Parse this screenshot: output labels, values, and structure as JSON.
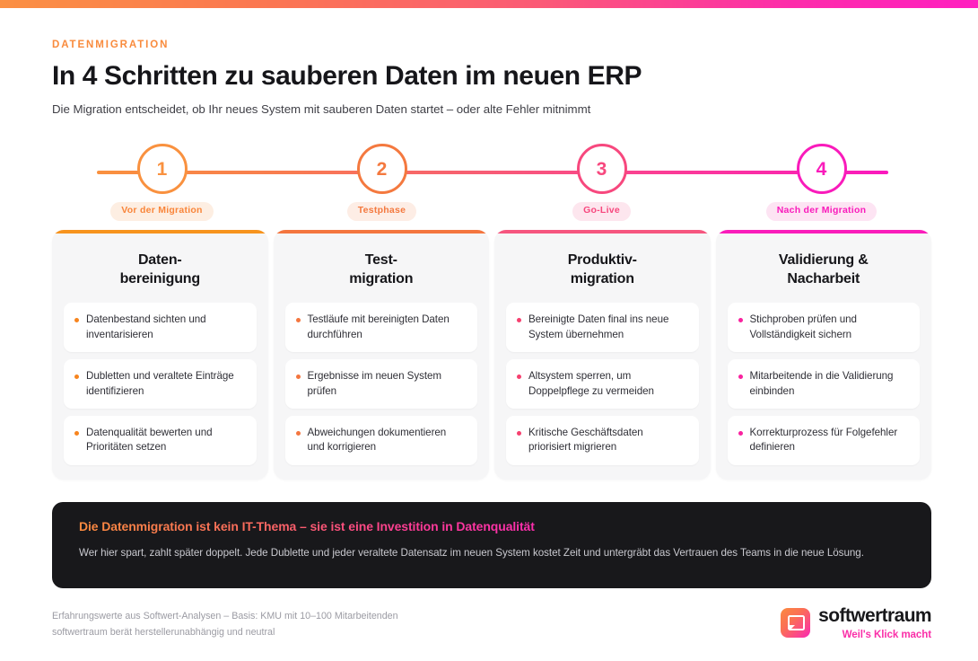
{
  "header": {
    "eyebrow": "DATENMIGRATION",
    "headline": "In 4 Schritten zu sauberen Daten im neuen ERP",
    "subhead": "Die Migration entscheidet, ob Ihr neues System mit sauberen Daten startet – oder alte Fehler mitnimmt"
  },
  "timeline": {
    "steps": [
      {
        "number": "1",
        "label": "Vor der Migration",
        "color": "#F9913F",
        "pill_bg": "#FDEEE2",
        "pill_fg": "#F9853A"
      },
      {
        "number": "2",
        "label": "Testphase",
        "color": "#F4793F",
        "pill_bg": "#FDEDE5",
        "pill_fg": "#F4793F"
      },
      {
        "number": "3",
        "label": "Go-Live",
        "color": "#F7487E",
        "pill_bg": "#FDE6EE",
        "pill_fg": "#F7487E"
      },
      {
        "number": "4",
        "label": "Nach der Migration",
        "color": "#F91BBB",
        "pill_bg": "#FDE4F3",
        "pill_fg": "#F91BBB"
      }
    ]
  },
  "cards": [
    {
      "title": "Daten-\nbereinigung",
      "accent": "#F7941E",
      "bullet": "#F7841E",
      "items": [
        "Datenbestand sichten und inventarisieren",
        "Dubletten und veraltete Einträge identifizieren",
        "Datenqualität bewerten und Prioritäten setzen"
      ]
    },
    {
      "title": "Test-\nmigration",
      "accent": "#F4763F",
      "bullet": "#F4763F",
      "items": [
        "Testläufe mit bereinigten Daten durchführen",
        "Ergebnisse im neuen System prüfen",
        "Abweichungen dokumentieren und korrigieren"
      ]
    },
    {
      "title": "Produktiv-\nmigration",
      "accent": "#F6567F",
      "bullet": "#F6406F",
      "items": [
        "Bereinigte Daten final ins neue System übernehmen",
        "Altsystem sperren, um Doppelpflege zu vermeiden",
        "Kritische Geschäftsdaten priorisiert migrieren"
      ]
    },
    {
      "title": "Validierung &\nNacharbeit",
      "accent": "#FA1CBB",
      "bullet": "#F9229F",
      "items": [
        "Stichproben prüfen und Vollständigkeit sichern",
        "Mitarbeitende in die Validierung einbinden",
        "Korrekturprozess für Folgefehler definieren"
      ]
    }
  ],
  "callout": {
    "title": "Die Datenmigration ist kein IT-Thema – sie ist eine Investition in Datenqualität",
    "body": "Wer hier spart, zahlt später doppelt. Jede Dublette und jeder veraltete Datensatz im neuen System kostet Zeit und untergräbt das Vertrauen des Teams in die neue Lösung."
  },
  "footer": {
    "note_line_1": "Erfahrungswerte aus Softwert-Analysen – Basis: KMU mit 10–100 Mitarbeitenden",
    "note_line_2": "softwertraum berät herstellerunabhängig und neutral",
    "brand_name": "softwertraum",
    "brand_tagline": "Weil's Klick macht"
  },
  "colors": {
    "gradient_start": "#FB9043",
    "gradient_end": "#FF1FC0",
    "dark_panel": "#18181b",
    "card_bg": "#F6F6F7"
  }
}
